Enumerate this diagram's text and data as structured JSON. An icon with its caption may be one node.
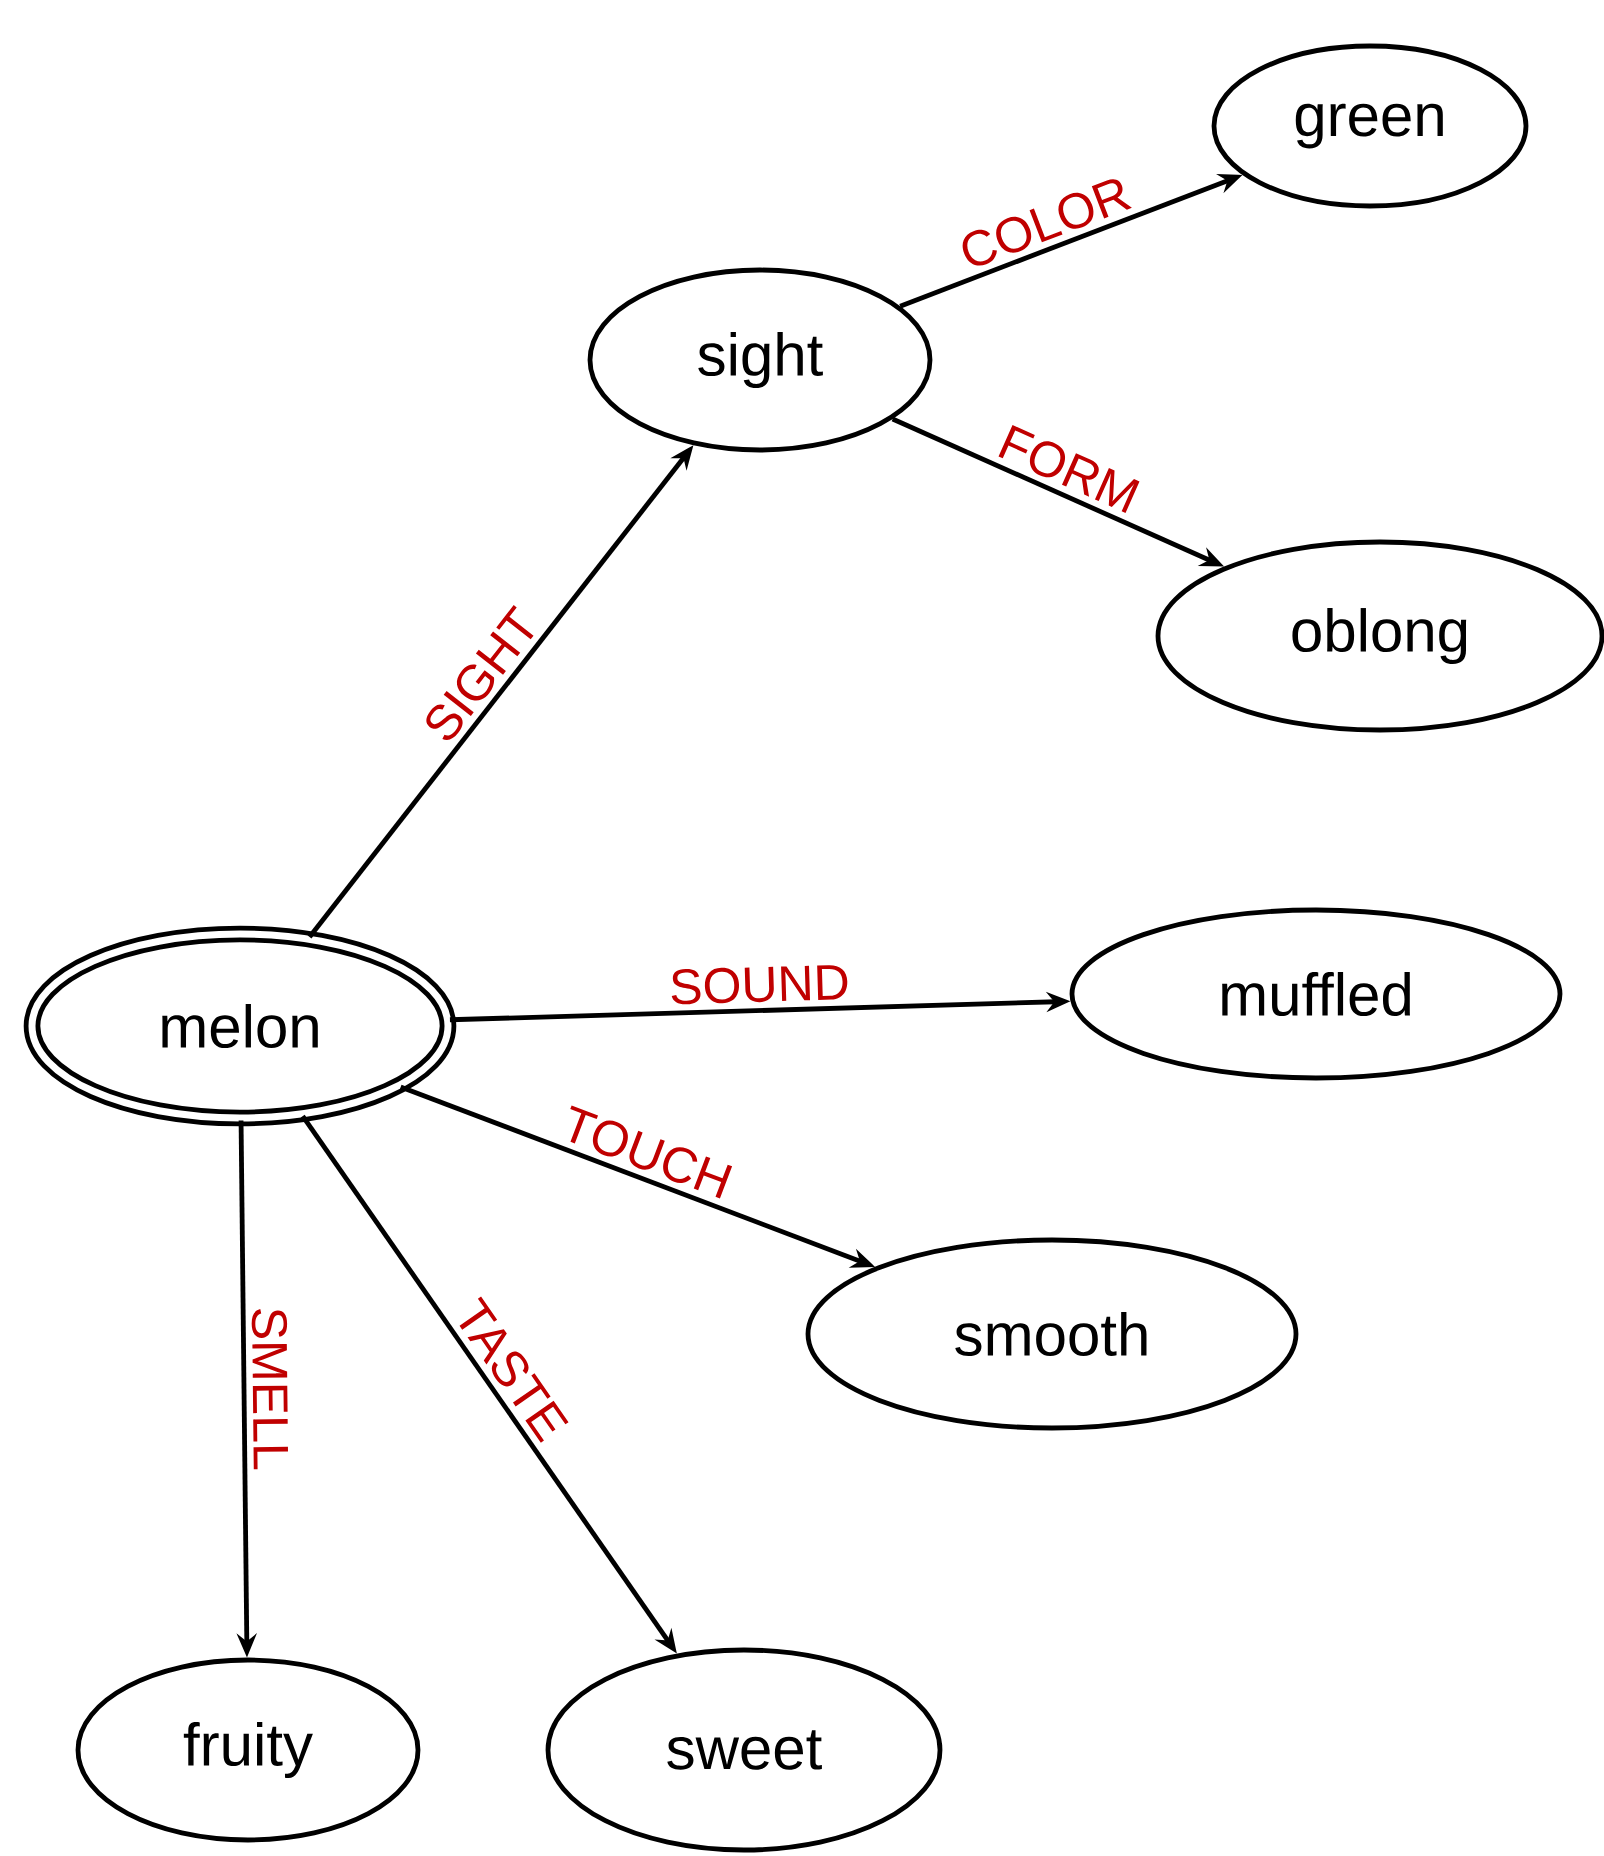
{
  "diagram": {
    "nodes": [
      {
        "text": [
          "melon"
        ]
      },
      {
        "text": [
          "sight"
        ]
      },
      {
        "text": [
          "green"
        ]
      },
      {
        "text": [
          "oblong"
        ]
      },
      {
        "text": [
          "muffled"
        ]
      },
      {
        "text": [
          "smooth"
        ]
      },
      {
        "text": [
          "fruity"
        ]
      },
      {
        "text": [
          "sweet"
        ]
      }
    ],
    "edges": [
      {
        "from": 0,
        "to": 1,
        "arrow": "to",
        "label": "SIGHT"
      },
      {
        "from": 1,
        "to": 2,
        "arrow": "to",
        "label": "COLOR"
      },
      {
        "from": 1,
        "to": 3,
        "arrow": "to",
        "label": "FORM"
      },
      {
        "from": 0,
        "to": 4,
        "arrow": "to",
        "label": "SOUND"
      },
      {
        "from": 0,
        "to": 5,
        "arrow": "to",
        "label": "TOUCH"
      },
      {
        "from": 0,
        "to": 6,
        "arrow": "to",
        "label": "SMELL"
      },
      {
        "from": 0,
        "to": 7,
        "arrow": "to",
        "label": "TASTE"
      }
    ]
  }
}
